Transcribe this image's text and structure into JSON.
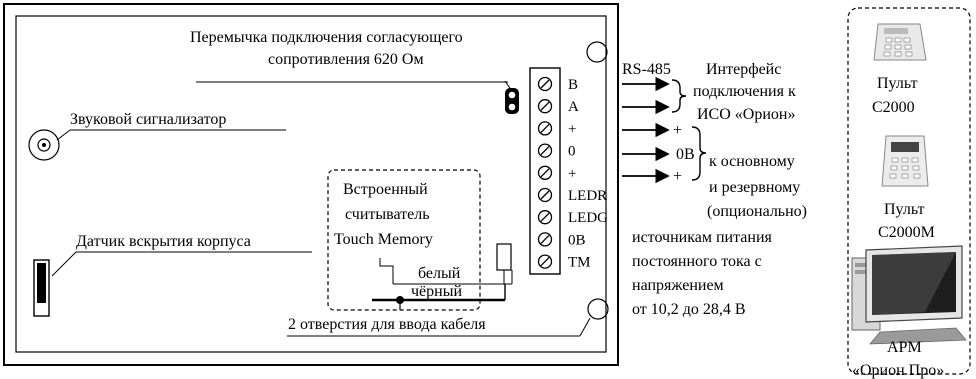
{
  "labels": {
    "jumper_line1": "Перемычка подключения согласующего",
    "jumper_line2": "сопротивления 620 Ом",
    "buzzer": "Звуковой сигнализатор",
    "tamper": "Датчик вскрытия корпуса",
    "reader_line1": "Встроенный",
    "reader_line2": "считыватель",
    "reader_line3": "Touch Memory",
    "wire_white": "белый",
    "wire_black": "чёрный",
    "cable_holes": "2 отверстия для ввода кабеля"
  },
  "terminals": [
    "B",
    "A",
    "+",
    "0",
    "+",
    "LEDR",
    "LEDG",
    "0В",
    "TM"
  ],
  "rs485": {
    "label": "RS-485",
    "desc_line1": "Интерфейс",
    "desc_line2": "подключения к",
    "desc_line3": "ИСО «Орион»"
  },
  "power": {
    "plus1": "+",
    "zero": "0В",
    "plus2": "+",
    "desc_line1": "к основному",
    "desc_line2": "и резервному",
    "desc_line3": "(опционально)",
    "desc_line4": "источникам питания",
    "desc_line5": "постоянного тока с",
    "desc_line6": "напряжением",
    "desc_line7": "от 10,2 до 28,4 В"
  },
  "devices": [
    {
      "line1": "Пульт",
      "line2": "С2000",
      "icon": "keypad-icon"
    },
    {
      "line1": "Пульт",
      "line2": "С2000М",
      "icon": "keypad-lcd-icon"
    },
    {
      "line1": "АРМ",
      "line2": "«Орион Про»",
      "icon": "computer-icon"
    }
  ]
}
